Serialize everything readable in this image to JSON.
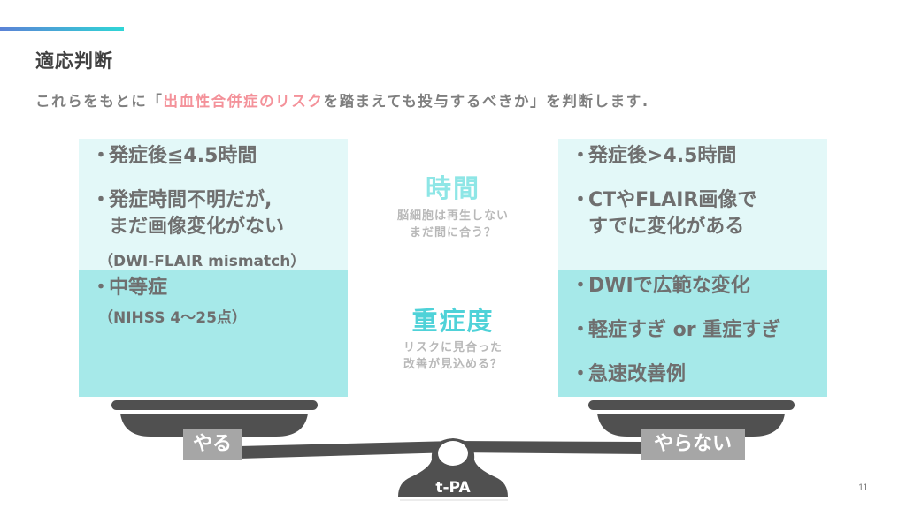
{
  "header": {
    "title": "適応判断",
    "subtitle_before": "これらをもとに「",
    "subtitle_highlight": "出血性合併症のリスク",
    "subtitle_after": "を踏まえても投与するべきか」を判断します."
  },
  "colors": {
    "accent_gradient_start": "#5b82d6",
    "accent_gradient_end": "#2fd6d6",
    "highlight": "#f4929a",
    "panel_light": "#e3f8f8",
    "panel_dark": "#a6e9e9",
    "heading_time": "#8ee6e6",
    "heading_severity": "#4fd2d8",
    "scale": "#505050",
    "tag_bg": "#a6a6a6"
  },
  "left_panel": {
    "time_items": [
      {
        "bullet": "・",
        "text": "発症後≦4.5時間"
      },
      {
        "bullet": "・",
        "text": "発症時間不明だが,",
        "continuation": "まだ画像変化がない"
      }
    ],
    "time_note": "（DWI-FLAIR mismatch）",
    "severity_items": [
      {
        "bullet": "・",
        "text": "中等症"
      }
    ],
    "severity_note": "（NIHSS 4～25点）"
  },
  "right_panel": {
    "time_items": [
      {
        "bullet": "・",
        "text": "発症後>4.5時間"
      },
      {
        "bullet": "・",
        "text": "CTやFLAIR画像で",
        "continuation": "すでに変化がある"
      }
    ],
    "severity_items": [
      {
        "bullet": "・",
        "text": "DWIで広範な変化"
      },
      {
        "bullet": "・",
        "text": "軽症すぎ or 重症すぎ"
      },
      {
        "bullet": "・",
        "text": "急速改善例"
      }
    ]
  },
  "center": {
    "time_heading": "時間",
    "time_sub_1": "脳細胞は再生しない",
    "time_sub_2": "まだ間に合う？",
    "severity_heading": "重症度",
    "severity_sub_1": "リスクに見合った",
    "severity_sub_2": "改善が見込める？"
  },
  "scale": {
    "left_label": "やる",
    "right_label": "やらない",
    "fulcrum_label": "t-PA"
  },
  "footer": {
    "page_number": "11"
  }
}
